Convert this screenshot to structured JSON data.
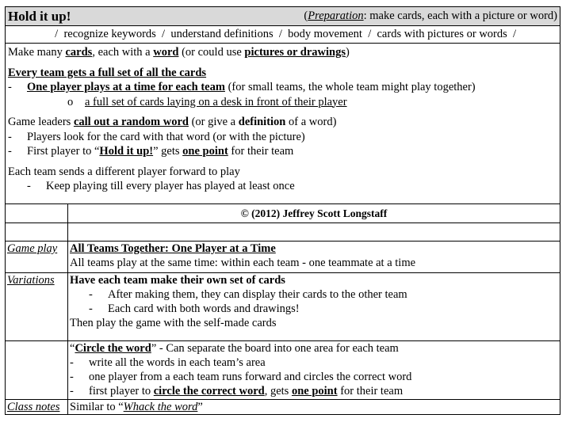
{
  "title": "Hold it up!",
  "preparation": {
    "label": "Preparation",
    "text": ": make cards, each with a picture or word)",
    "open": "("
  },
  "skills_line": "  /  recognize keywords  /  understand definitions  /  body movement  /  cards with pictures or words  /",
  "main": {
    "line1": {
      "a": "Make many ",
      "b": "cards",
      "c": ", each with a ",
      "d": "word",
      "e": " (or could use ",
      "f": "pictures or drawings",
      "g": ")"
    },
    "every_team": "Every team gets a full set of all the cards",
    "one_player": {
      "dash": "-",
      "bold": "One player plays at a time for each team",
      "rest": " (for small teams, the whole team might play together)"
    },
    "full_set": {
      "bullet": "o",
      "text": "a full set of cards laying on a desk in front of their player"
    },
    "leaders": {
      "a": "Game leaders ",
      "b": "call out a random word",
      "c": " (or give a ",
      "d": "definition",
      "e": " of a word)"
    },
    "look": {
      "dash": "-",
      "text": "Players look for the card with that word (or with the picture)"
    },
    "first": {
      "dash": "-",
      "a": "First player to “",
      "b": "Hold it up!",
      "c": "”  gets ",
      "d": "one point",
      "e": " for their team"
    },
    "each_team": "Each team sends a different player forward to play",
    "keep": {
      "dash": "-",
      "text": "Keep playing till every player has played at least once"
    }
  },
  "copyright": "© (2012) Jeffrey Scott Longstaff",
  "sections": {
    "game_play": {
      "label": "Game play",
      "heading": "All Teams Together: One Player at a Time",
      "text": "All teams play at the same time: within each team - one teammate at a time"
    },
    "variations": {
      "label": "Variations",
      "heading": "Have each team make their own set of cards",
      "items": [
        {
          "dash": "-",
          "text": "After making them, they can display their cards to the other team"
        },
        {
          "dash": "-",
          "text": "Each card with both words and drawings!"
        }
      ],
      "after": "Then play the game with the self-made cards"
    },
    "circle": {
      "q_open": "“",
      "name": "Circle the word",
      "q_close": "”",
      "rest": " - Can separate the board into one area for each team",
      "items": [
        {
          "dash": "-",
          "text": "write all the words in each team’s area"
        },
        {
          "dash": "-",
          "text": "one player from a each team runs forward and circles the correct word"
        }
      ],
      "last": {
        "dash": "-",
        "a": "first player to ",
        "b": "circle the correct word",
        "c": ", gets ",
        "d": "one point",
        "e": " for their team"
      }
    },
    "class_notes": {
      "label": "Class notes",
      "a": "Similar to “",
      "b": "Whack the word",
      "c": "”"
    }
  }
}
